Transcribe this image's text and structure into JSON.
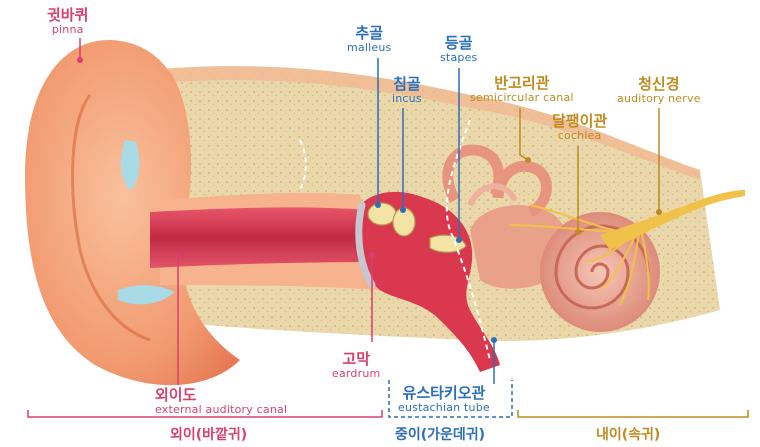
{
  "parts": {
    "pinna": {
      "ko": "귓바퀴",
      "en": "pinna"
    },
    "malleus": {
      "ko": "추골",
      "en": "malleus"
    },
    "stapes": {
      "ko": "등골",
      "en": "stapes"
    },
    "incus": {
      "ko": "침골",
      "en": "incus"
    },
    "semicircular_canal": {
      "ko": "반고리관",
      "en": "semicircular canal"
    },
    "auditory_nerve": {
      "ko": "청신경",
      "en": "auditory nerve"
    },
    "cochlea": {
      "ko": "달팽이관",
      "en": "cochlea"
    },
    "external_auditory_canal": {
      "ko": "외이도",
      "en": "external auditory canal"
    },
    "eardrum": {
      "ko": "고막",
      "en": "eardrum"
    },
    "eustachian_tube": {
      "ko": "유스타키오관",
      "en": "eustachian tube"
    }
  },
  "sections": {
    "outer_ear": "외이(바깥귀)",
    "middle_ear": "중이(가운데귀)",
    "inner_ear": "내이(속귀)"
  },
  "colors": {
    "outer_ear_label": "#d8406c",
    "middle_ear_label": "#2a6fb8",
    "inner_ear_label": "#c08a1e",
    "bone": "#e9d6a8",
    "skin": "#f4a77d",
    "canal": "#c83c50"
  }
}
